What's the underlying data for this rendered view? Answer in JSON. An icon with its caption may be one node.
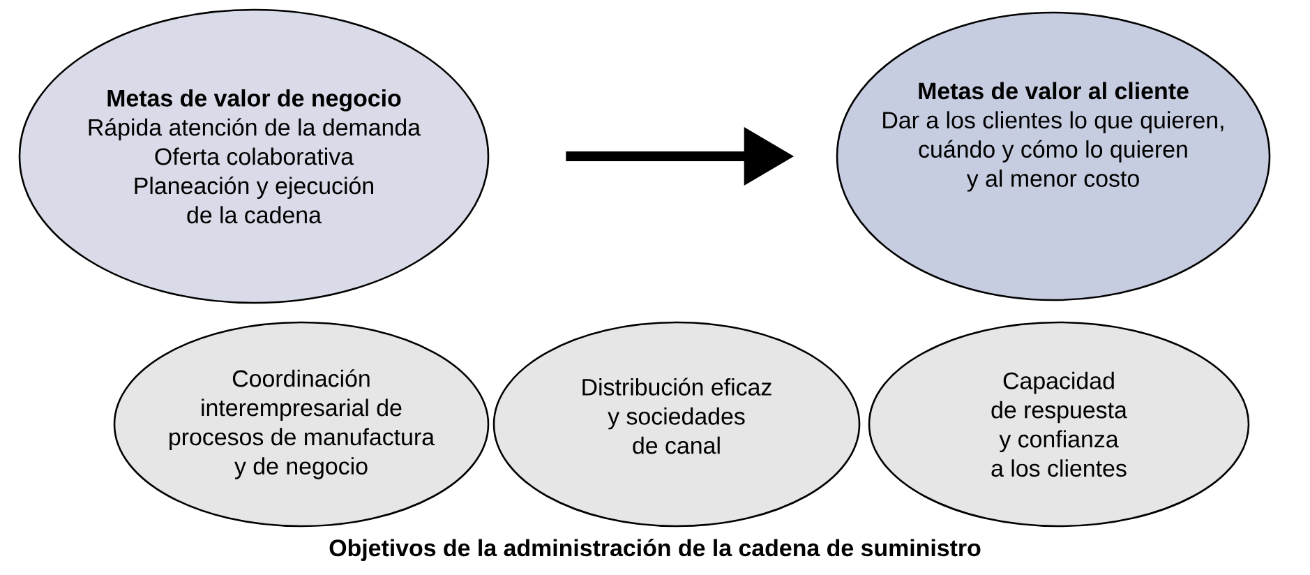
{
  "diagram": {
    "caption": "Objetivos de la administración de la cadena de suministro",
    "nodes": [
      {
        "text": [
          "Metas de valor de negocio",
          "Rápida atención de la demanda",
          "Oferta colaborativa",
          "Planeación y ejecución de la cadena"
        ]
      },
      {
        "text": [
          "Metas de valor al cliente",
          "Dar a los clientes lo que quieren, cuándo y cómo lo quieren y al menor costo"
        ]
      },
      {
        "text": [
          "Coordinación interempresarial de procesos de manufactura y de negocio"
        ]
      },
      {
        "text": [
          "Distribución eficaz y sociedades de canal"
        ]
      },
      {
        "text": [
          "Capacidad de respuesta y confianza a los clientes"
        ]
      }
    ],
    "edges": [
      {
        "from": 0,
        "to": 1,
        "arrow": "to"
      }
    ]
  }
}
